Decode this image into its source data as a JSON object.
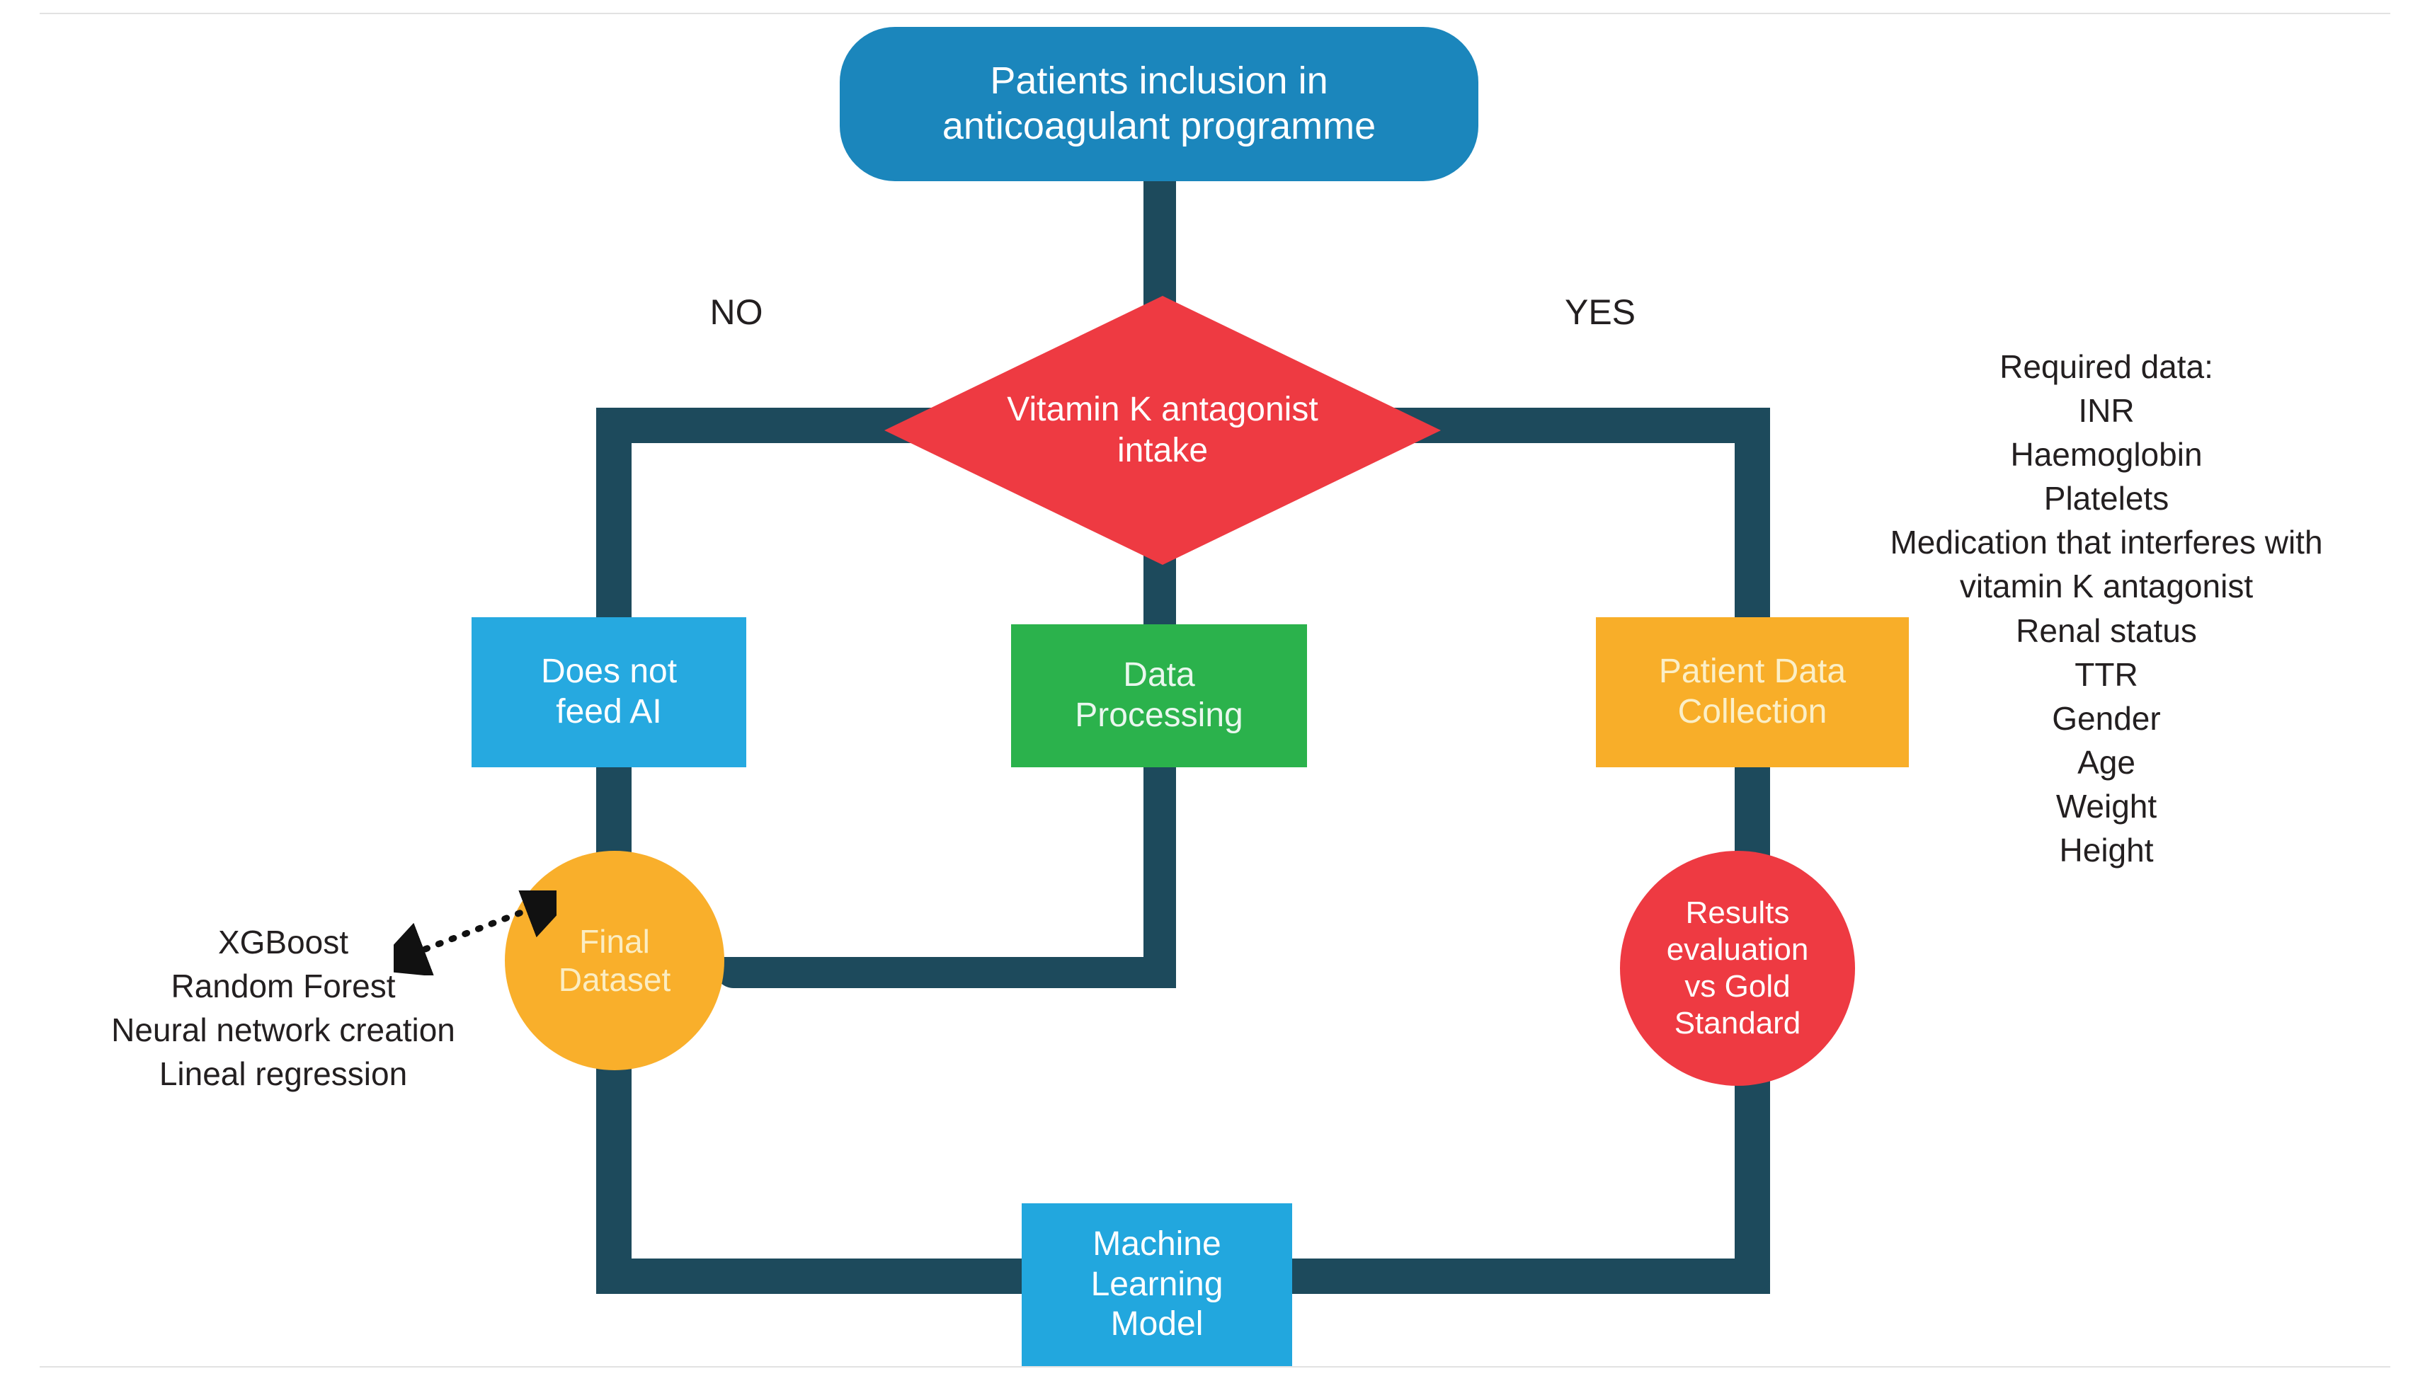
{
  "diagram": {
    "title_node": {
      "label": "Patients  inclusion  in\nanticoagulant programme",
      "color": "#1B86BC"
    },
    "decision": {
      "label": "Vitamin K antagonist\nintake",
      "color": "#EE3A42"
    },
    "branch_labels": {
      "no": "NO",
      "yes": "YES"
    },
    "nodes": {
      "does_not_feed_ai": {
        "label": "Does not\nfeed AI",
        "color": "#26A9E0"
      },
      "data_processing": {
        "label": "Data\nProcessing",
        "color": "#2BB24C"
      },
      "patient_data_collection": {
        "label": "Patient Data\nCollection",
        "color": "#F8AE29"
      },
      "final_dataset": {
        "label": "Final\nDataset",
        "color": "#F9AF2B"
      },
      "results_evaluation": {
        "label": "Results\nevaluation\nvs Gold\nStandard",
        "color": "#EE3A42"
      },
      "machine_learning_model": {
        "label": "Machine\nLearning\nModel",
        "color": "#22A7DE"
      }
    },
    "algorithms": {
      "label": "XGBoost\nRandom Forest\nNeural network creation\nLineal regression",
      "items": [
        "XGBoost",
        "Random Forest",
        "Neural network creation",
        "Lineal regression"
      ]
    },
    "required_data": {
      "heading": "Required data:",
      "label": "Required data:\nINR\nHaemoglobin\nPlatelets\nMedication that interferes with\nvitamin K antagonist\nRenal status\nTTR\nGender\nAge\nWeight\nHeight",
      "items": [
        "INR",
        "Haemoglobin",
        "Platelets",
        "Medication that interferes with",
        "vitamin K antagonist",
        "Renal status",
        "TTR",
        "Gender",
        "Age",
        "Weight",
        "Height"
      ]
    },
    "connector_color": "#1D4A5C"
  }
}
